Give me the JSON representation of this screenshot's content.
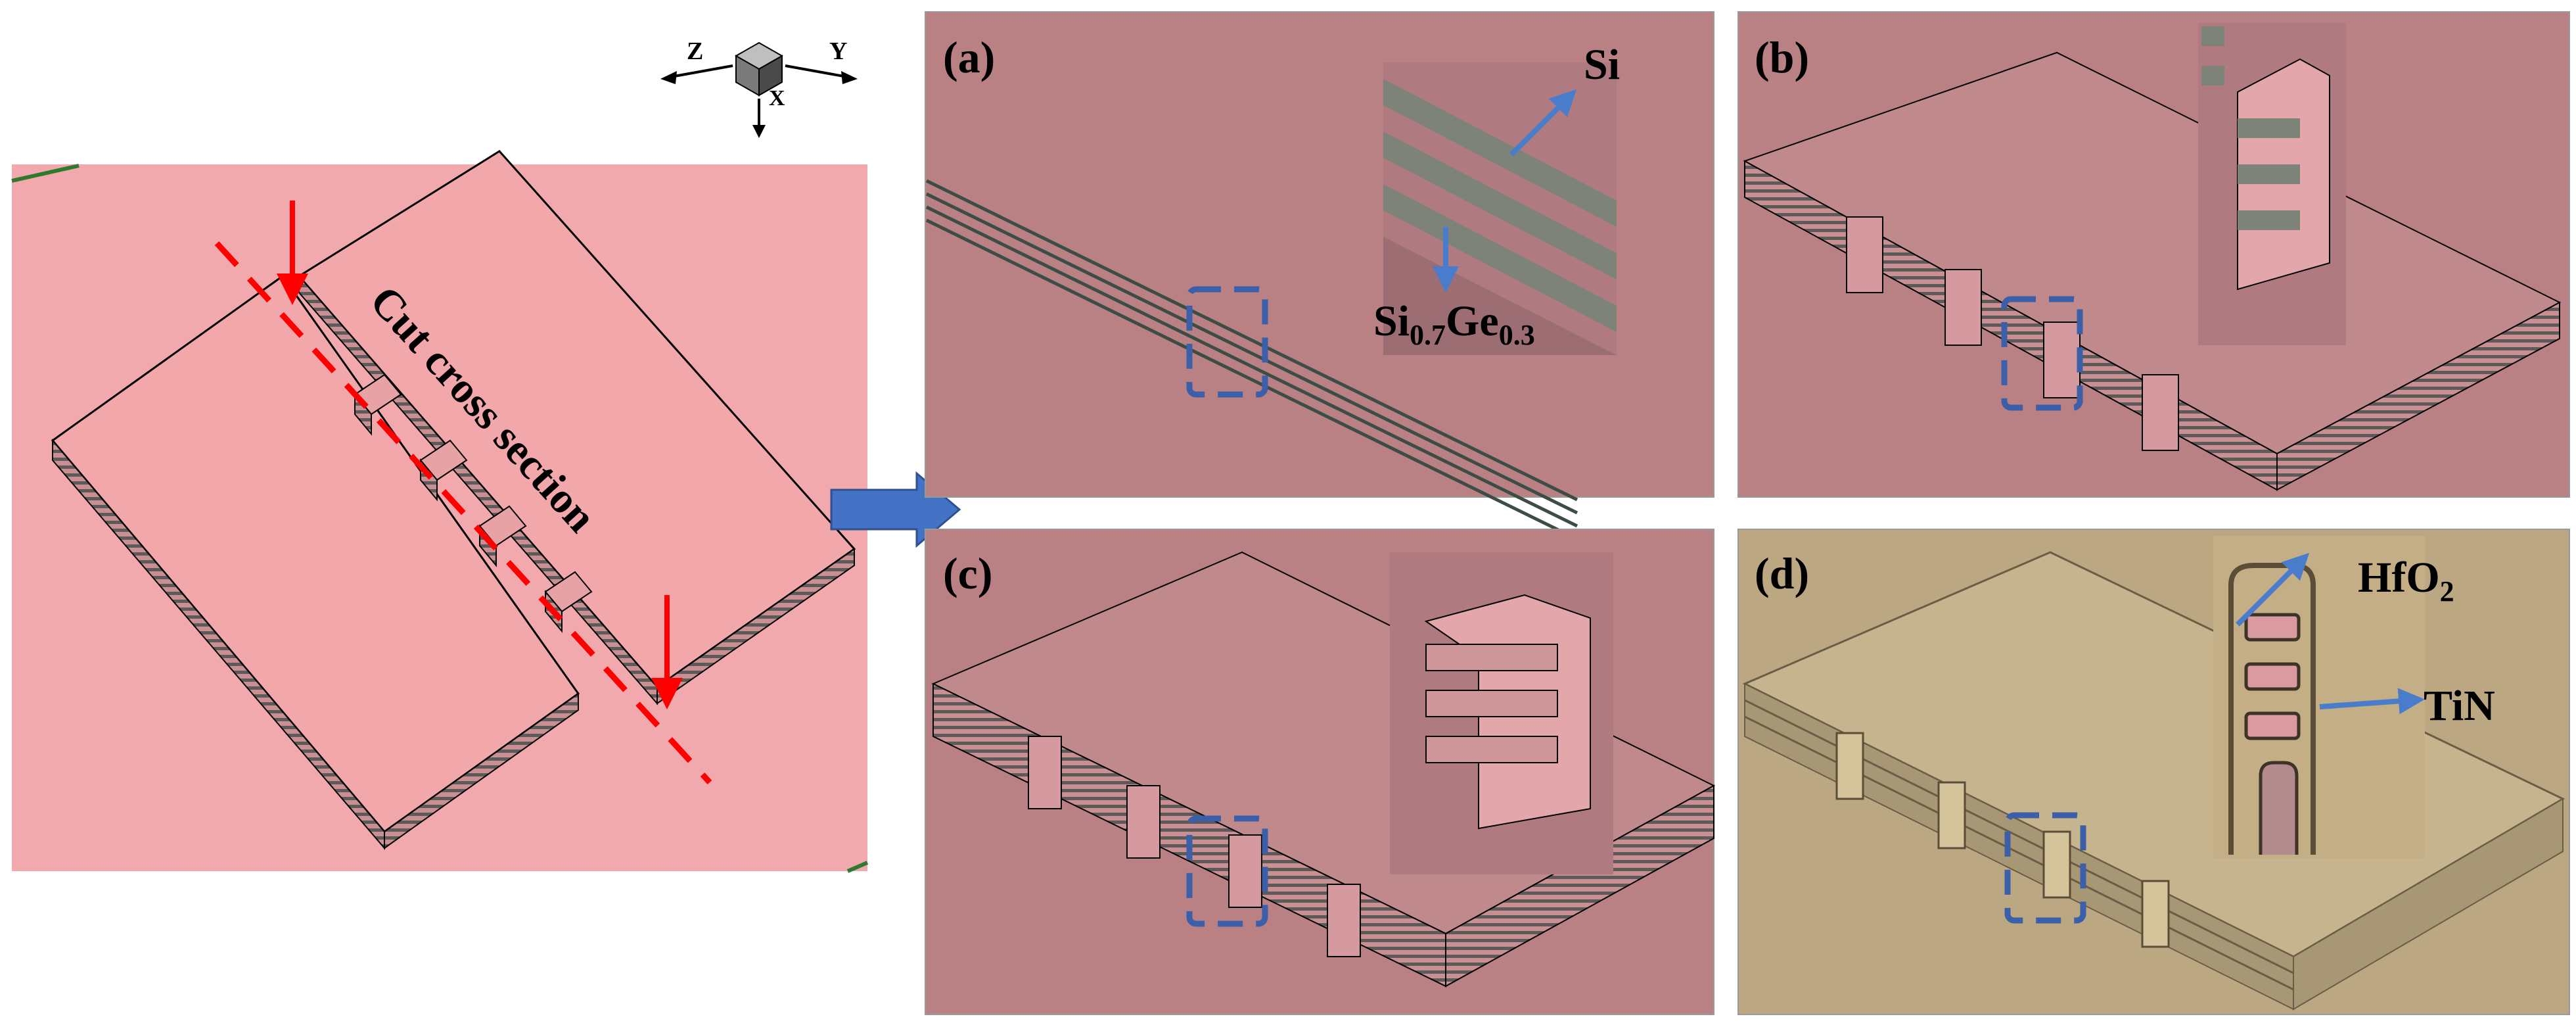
{
  "axes": {
    "z": "Z",
    "y": "Y",
    "x": "X"
  },
  "main": {
    "cut_label": "Cut cross section"
  },
  "panels": {
    "a": {
      "label": "(a)",
      "callout_top": "Si",
      "callout_bottom": "Si",
      "callout_bottom_sub1": "0.7",
      "callout_bottom_mid": "Ge",
      "callout_bottom_sub2": "0.3"
    },
    "b": {
      "label": "(b)"
    },
    "c": {
      "label": "(c)"
    },
    "d": {
      "label": "(d)",
      "callout_top": "HfO",
      "callout_top_sub": "2",
      "callout_bottom": "TiN"
    }
  },
  "colors": {
    "substrate_pink": "#f2a9ad",
    "panel_mauve": "#b98183",
    "panel_gold": "#bba882",
    "si_layer": "#6f7a72",
    "red_arrow": "#ff0000",
    "blue_arrow": "#4a7ccc",
    "dashed_box": "#3b5fa8"
  }
}
